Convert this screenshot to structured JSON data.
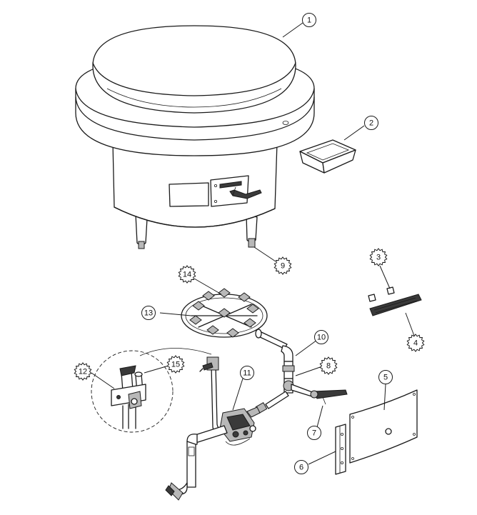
{
  "callouts": [
    {
      "id": "c1",
      "label": "1",
      "style": "circle"
    },
    {
      "id": "c2",
      "label": "2",
      "style": "circle"
    },
    {
      "id": "c3",
      "label": "3",
      "style": "star"
    },
    {
      "id": "c4",
      "label": "4",
      "style": "star"
    },
    {
      "id": "c5",
      "label": "5",
      "style": "circle"
    },
    {
      "id": "c6",
      "label": "6",
      "style": "circle"
    },
    {
      "id": "c7",
      "label": "7",
      "style": "circle"
    },
    {
      "id": "c8",
      "label": "8",
      "style": "star"
    },
    {
      "id": "c9",
      "label": "9",
      "style": "star"
    },
    {
      "id": "c10",
      "label": "10",
      "style": "circle"
    },
    {
      "id": "c11",
      "label": "11",
      "style": "circle"
    },
    {
      "id": "c12",
      "label": "12",
      "style": "star"
    },
    {
      "id": "c13",
      "label": "13",
      "style": "circle"
    },
    {
      "id": "c14",
      "label": "14",
      "style": "star"
    },
    {
      "id": "c15",
      "label": "15",
      "style": "star"
    }
  ]
}
